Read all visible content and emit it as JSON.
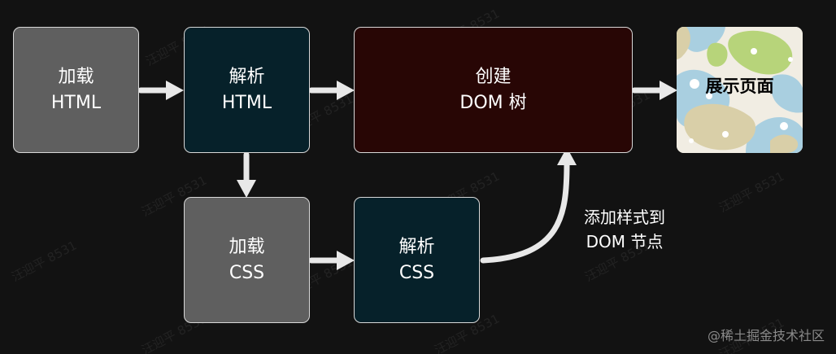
{
  "nodes": {
    "load_html": {
      "line1": "加载",
      "line2": "HTML"
    },
    "parse_html": {
      "line1": "解析",
      "line2": "HTML"
    },
    "build_dom": {
      "line1": "创建",
      "line2": "DOM 树"
    },
    "display": {
      "label": "展示页面"
    },
    "load_css": {
      "line1": "加载",
      "line2": "CSS"
    },
    "parse_css": {
      "line1": "解析",
      "line2": "CSS"
    }
  },
  "edge_label": {
    "line1": "添加样式到",
    "line2": "DOM 节点"
  },
  "watermark": "汪迎平 8531",
  "credit": "@稀土掘金技术社区",
  "colors": {
    "background": "#121212",
    "gray_node": "#5f5f5f",
    "teal_node": "#06212a",
    "maroon_node": "#280605",
    "border": "#d8d8d8",
    "arrow": "#e8e8e8"
  }
}
